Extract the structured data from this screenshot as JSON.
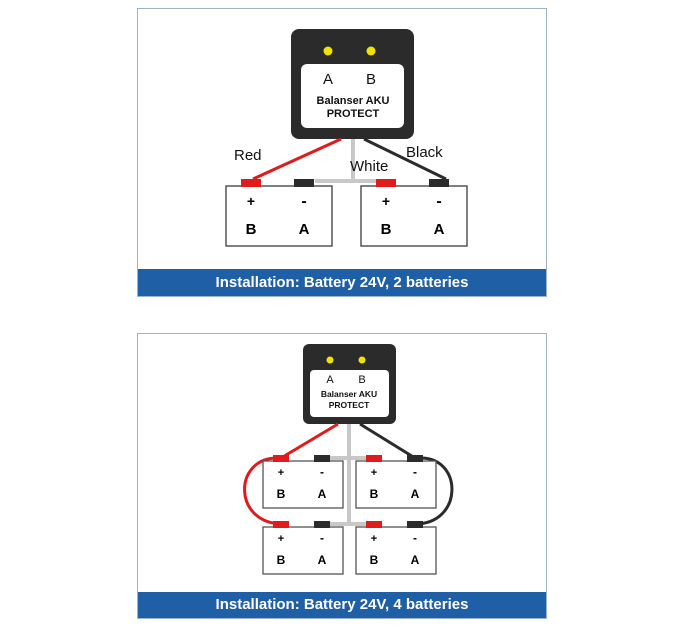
{
  "diagram1": {
    "caption": "Installation: Battery 24V, 2 batteries",
    "device": {
      "led_a": "A",
      "led_b": "B",
      "line1": "Balanser AKU",
      "line2": "PROTECT"
    },
    "wires": {
      "red": "Red",
      "white": "White",
      "black": "Black"
    },
    "battery": {
      "plus": "+",
      "minus": "-",
      "left": "B",
      "right": "A"
    }
  },
  "diagram2": {
    "caption": "Installation: Battery 24V, 4 batteries",
    "device": {
      "led_a": "A",
      "led_b": "B",
      "line1": "Balanser AKU",
      "line2": "PROTECT"
    },
    "battery": {
      "plus": "+",
      "minus": "-",
      "left": "B",
      "right": "A"
    }
  },
  "colors": {
    "caption_bg": "#1f5fa5",
    "wire_red": "#e11b1b",
    "wire_black": "#2b2b2b",
    "wire_white": "#c8c8c8",
    "led": "#f2e200",
    "device_body": "#2b2b2b"
  }
}
